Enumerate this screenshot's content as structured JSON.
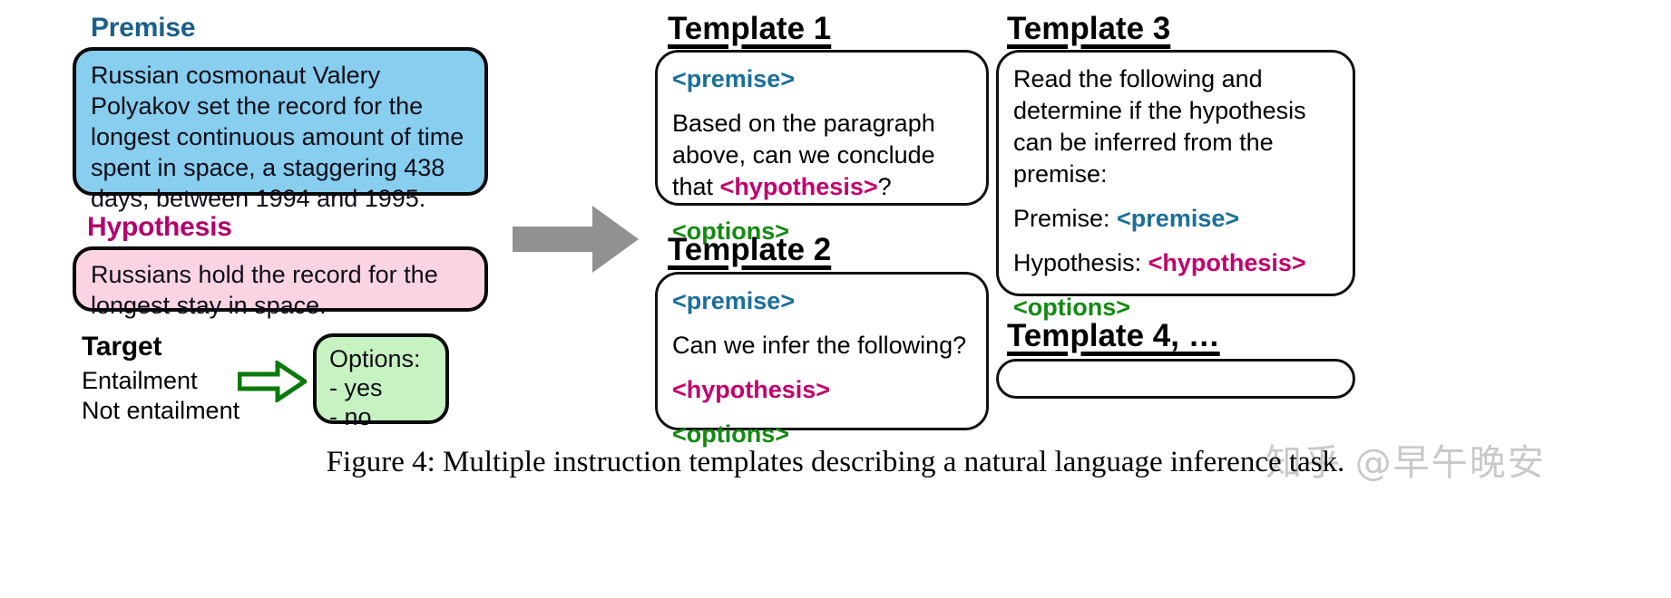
{
  "figure": {
    "caption": "Figure 4: Multiple instruction templates describing a natural language inference task.",
    "watermark": "知乎 @早午晚安"
  },
  "colors": {
    "premise_accent": "#1a5f8a",
    "hypothesis_accent": "#b3006b",
    "options_accent": "#138a13",
    "premise_fill": "#87ceef",
    "hypothesis_fill": "#fbd4e3",
    "options_fill": "#c7f3c2",
    "flow_arrow": "#919191",
    "green_arrow": "#0a7a0a",
    "outline": "#0a0a0a"
  },
  "left_panel": {
    "premise": {
      "label": "Premise",
      "text": "Russian cosmonaut Valery Polyakov set the record for the longest continuous amount of time spent in space, a staggering 438 days, between 1994 and 1995."
    },
    "hypothesis": {
      "label": "Hypothesis",
      "text": "Russians hold the record for the longest stay in space."
    },
    "target": {
      "label": "Target",
      "values": [
        "Entailment",
        "Not entailment"
      ],
      "arrow_icon": "green-right-arrow-icon"
    },
    "options_box": {
      "heading": "Options:",
      "items": [
        "-  yes",
        "-  no"
      ]
    },
    "flow_arrow_icon": "gray-right-arrow-icon"
  },
  "templates": [
    {
      "title": "Template 1",
      "lines": [
        {
          "segments": [
            {
              "text": "<premise>",
              "style": "premise"
            }
          ],
          "spaced": false
        },
        {
          "segments": [
            {
              "text": "Based on the paragraph above, can we conclude that ",
              "style": "plain"
            },
            {
              "text": "<hypothesis>",
              "style": "hypothesis"
            },
            {
              "text": "?",
              "style": "plain"
            }
          ],
          "spaced": true
        },
        {
          "segments": [
            {
              "text": "<options>",
              "style": "options"
            }
          ],
          "spaced": true
        }
      ]
    },
    {
      "title": "Template 2",
      "lines": [
        {
          "segments": [
            {
              "text": "<premise>",
              "style": "premise"
            }
          ],
          "spaced": false
        },
        {
          "segments": [
            {
              "text": "Can we infer the following?",
              "style": "plain"
            }
          ],
          "spaced": true
        },
        {
          "segments": [
            {
              "text": "<hypothesis>",
              "style": "hypothesis"
            }
          ],
          "spaced": true
        },
        {
          "segments": [
            {
              "text": "<options>",
              "style": "options"
            }
          ],
          "spaced": true
        }
      ]
    },
    {
      "title": "Template 3",
      "lines": [
        {
          "segments": [
            {
              "text": "Read the following and determine if the hypothesis can be inferred from the premise:",
              "style": "plain"
            }
          ],
          "spaced": false
        },
        {
          "segments": [
            {
              "text": "Premise: ",
              "style": "plain"
            },
            {
              "text": "<premise>",
              "style": "premise"
            }
          ],
          "spaced": true
        },
        {
          "segments": [
            {
              "text": "Hypothesis: ",
              "style": "plain"
            },
            {
              "text": "<hypothesis>",
              "style": "hypothesis"
            }
          ],
          "spaced": true
        },
        {
          "segments": [
            {
              "text": "<options>",
              "style": "options"
            }
          ],
          "spaced": true
        }
      ]
    },
    {
      "title": "Template 4, …",
      "lines": []
    }
  ]
}
